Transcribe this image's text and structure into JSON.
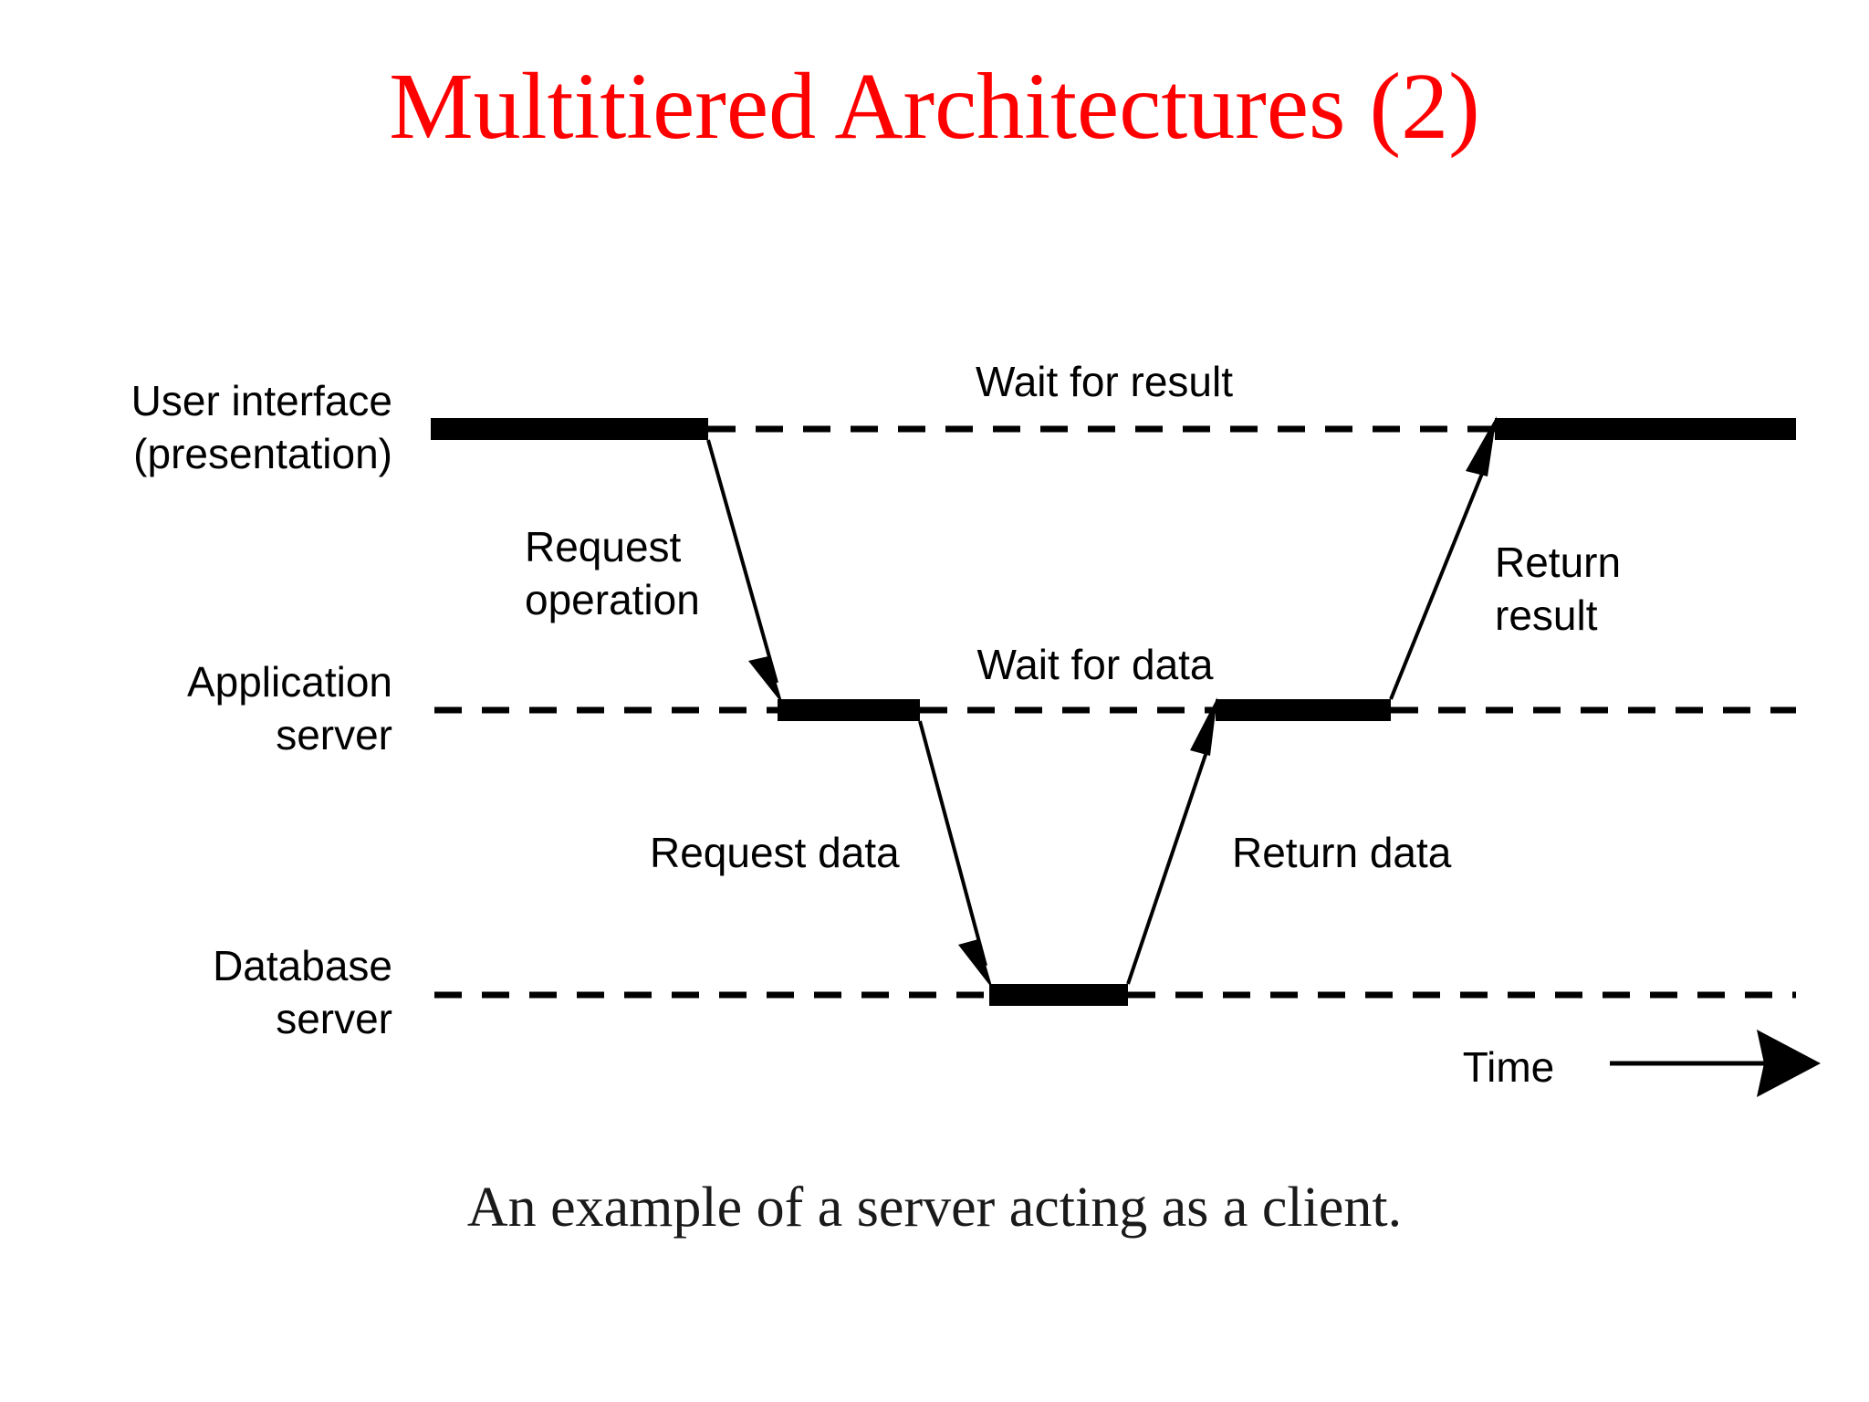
{
  "slide": {
    "title": "Multitiered Architectures (2)",
    "title_color": "#ff0000",
    "caption": "An example of a server acting as a client.",
    "background_color": "#ffffff"
  },
  "diagram": {
    "type": "sequence-timeline",
    "tiers": [
      {
        "id": "user-interface",
        "label_line1": "User interface",
        "label_line2": "(presentation)"
      },
      {
        "id": "application-server",
        "label_line1": "Application",
        "label_line2": "server"
      },
      {
        "id": "database-server",
        "label_line1": "Database",
        "label_line2": "server"
      }
    ],
    "wait_labels": [
      {
        "id": "wait-for-result",
        "text": "Wait for result"
      },
      {
        "id": "wait-for-data",
        "text": "Wait for data"
      }
    ],
    "messages": [
      {
        "id": "request-operation",
        "line1": "Request",
        "line2": "operation",
        "text": "Request operation"
      },
      {
        "id": "request-data",
        "line1": "Request data",
        "line2": "",
        "text": "Request data"
      },
      {
        "id": "return-data",
        "line1": "Return data",
        "line2": "",
        "text": "Return data"
      },
      {
        "id": "return-result",
        "line1": "Return",
        "line2": "result",
        "text": "Return result"
      }
    ],
    "axis": {
      "id": "time-axis",
      "label": "Time",
      "direction": "right"
    },
    "stroke_color": "#000000"
  }
}
